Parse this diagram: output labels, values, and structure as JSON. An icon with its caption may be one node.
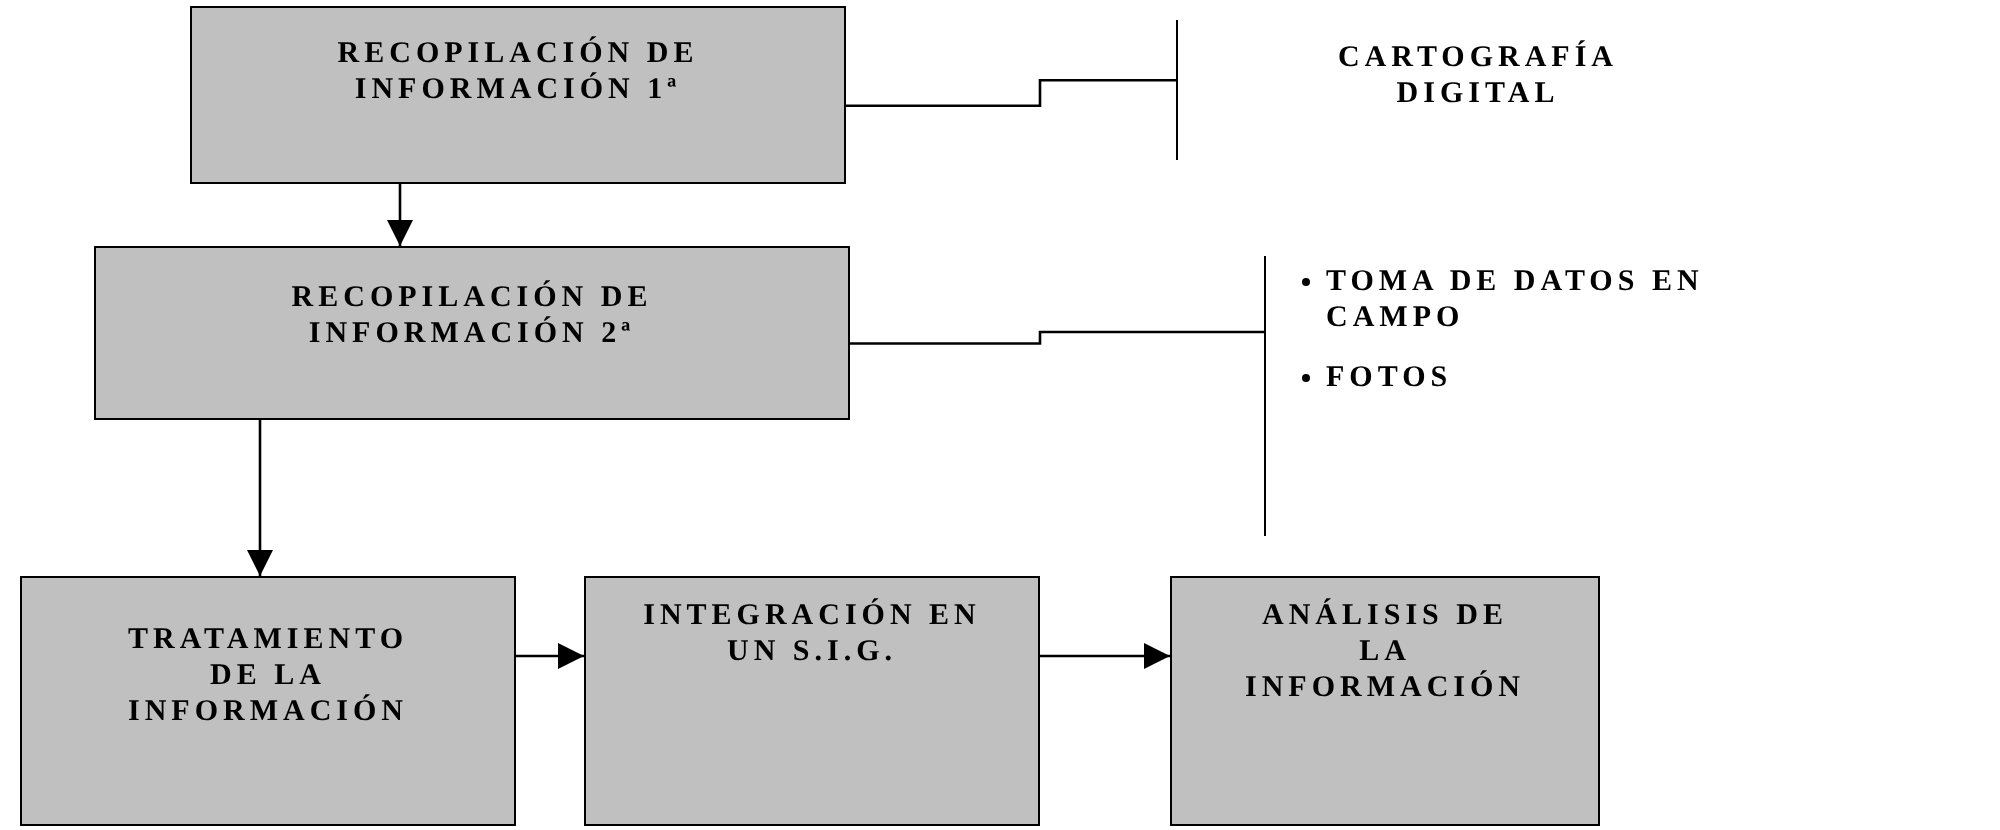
{
  "diagram": {
    "nodes": [
      {
        "text": [
          "RECOPILACIÓN DE INFORMACIÓN 1ª"
        ]
      },
      {
        "text": [
          "CARTOGRAFÍA DIGITAL"
        ]
      },
      {
        "text": [
          "RECOPILACIÓN DE INFORMACIÓN 2ª"
        ]
      },
      {
        "text": [
          "TOMA DE DATOS EN CAMPO",
          "FOTOS"
        ]
      },
      {
        "text": [
          "TRATAMIENTO DE LA INFORMACIÓN"
        ]
      },
      {
        "text": [
          "INTEGRACIÓN EN UN S.I.G."
        ]
      },
      {
        "text": [
          "ANÁLISIS DE LA INFORMACIÓN"
        ]
      }
    ],
    "edges": [
      {
        "from": 0,
        "to": 1,
        "arrow": "none"
      },
      {
        "from": 0,
        "to": 2,
        "arrow": "to"
      },
      {
        "from": 2,
        "to": 3,
        "arrow": "none"
      },
      {
        "from": 2,
        "to": 4,
        "arrow": "to"
      },
      {
        "from": 4,
        "to": 5,
        "arrow": "to"
      },
      {
        "from": 5,
        "to": 6,
        "arrow": "to"
      }
    ]
  }
}
